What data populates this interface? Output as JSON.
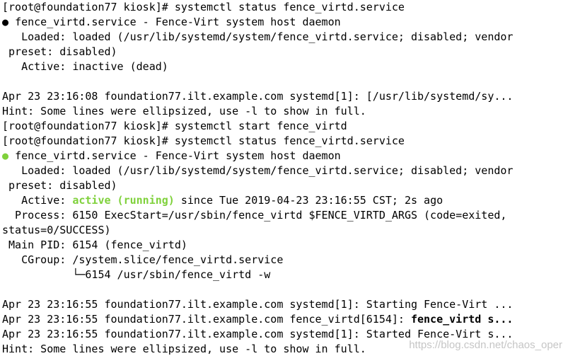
{
  "terminal": {
    "lines": [
      "[root@foundation77 kiosk]# systemctl status fence_virtd.service",
      "fence_virtd.service - Fence-Virt system host daemon",
      "   Loaded: loaded (/usr/lib/systemd/system/fence_virtd.service; disabled; vendor",
      " preset: disabled)",
      "   Active: inactive (dead)",
      "",
      "Apr 23 23:16:08 foundation77.ilt.example.com systemd[1]: [/usr/lib/systemd/sy...",
      "Hint: Some lines were ellipsized, use -l to show in full.",
      "[root@foundation77 kiosk]# systemctl start fence_virtd",
      "[root@foundation77 kiosk]# systemctl status fence_virtd.service",
      "fence_virtd.service - Fence-Virt system host daemon",
      "   Loaded: loaded (/usr/lib/systemd/system/fence_virtd.service; disabled; vendor",
      " preset: disabled)",
      "since Tue 2019-04-23 23:16:55 CST; 2s ago",
      "  Process: 6150 ExecStart=/usr/sbin/fence_virtd $FENCE_VIRTD_ARGS (code=exited,",
      "status=0/SUCCESS)",
      " Main PID: 6154 (fence_virtd)",
      "   CGroup: /system.slice/fence_virtd.service",
      "           └─6154 /usr/sbin/fence_virtd -w",
      "",
      "Apr 23 23:16:55 foundation77.ilt.example.com systemd[1]: Starting Fence-Virt ...",
      "Apr 23 23:16:55 foundation77.ilt.example.com fence_virtd[6154]: ",
      "Apr 23 23:16:55 foundation77.ilt.example.com systemd[1]: Started Fence-Virt s...",
      "Hint: Some lines were ellipsized, use -l to show in full."
    ],
    "bullet_inactive": "●",
    "bullet_active": "●",
    "active_prefix": "   Active: ",
    "active_status": "active (running)",
    "fence_log_bold": "fence_virtd s...",
    "colors": {
      "active_green": "#7fd13b",
      "background": "#ffffff",
      "text": "#000000"
    }
  },
  "watermark": {
    "text": "https://blog.csdn.net/chaos_oper"
  }
}
